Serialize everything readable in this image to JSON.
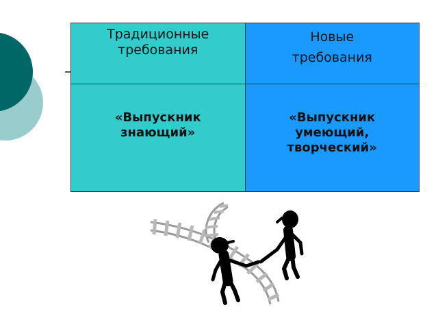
{
  "table": {
    "header_left_lines": [
      "Традиционные",
      "требования"
    ],
    "header_right_lines": [
      "Новые",
      "требования"
    ],
    "body_left_lines": [
      "«Выпускник",
      "знающий»"
    ],
    "body_right_lines": [
      "«Выпускник",
      "умеющий,",
      "творческий»"
    ]
  },
  "colors": {
    "left_column": "#33cccc",
    "right_column": "#1a99ff",
    "deco_dark": "#006666",
    "deco_light": "#99cccc"
  },
  "icons": [
    "rail-track-illustration",
    "people-handshake-figures"
  ]
}
